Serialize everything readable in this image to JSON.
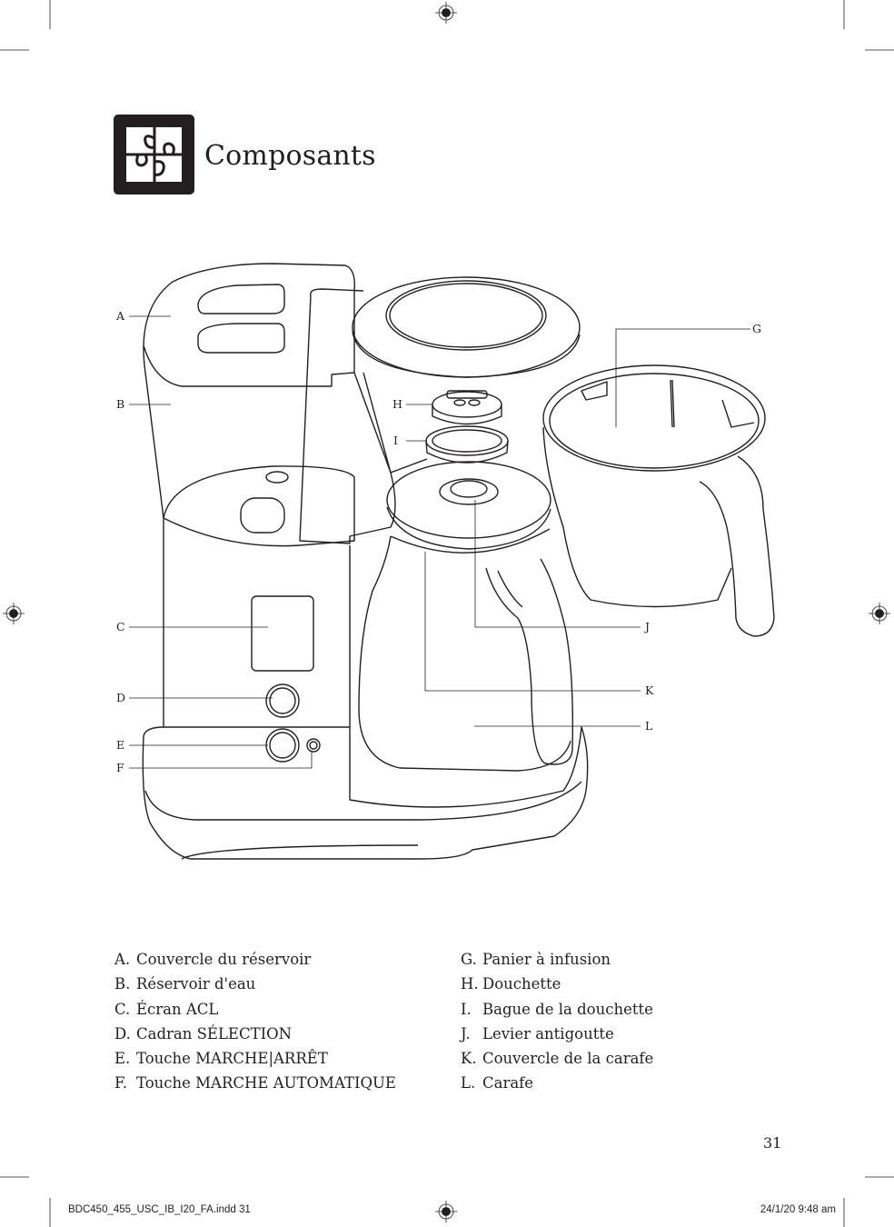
{
  "header": {
    "title": "Composants",
    "icon": "puzzle-icon"
  },
  "callouts": [
    "A",
    "B",
    "C",
    "D",
    "E",
    "F",
    "G",
    "H",
    "I",
    "J",
    "K",
    "L"
  ],
  "legend": {
    "left": [
      {
        "key": "A.",
        "label": "Couvercle du réservoir"
      },
      {
        "key": "B.",
        "label": "Réservoir d'eau"
      },
      {
        "key": "C.",
        "label": "Écran ACL"
      },
      {
        "key": "D.",
        "label": "Cadran SÉLECTION"
      },
      {
        "key": "E.",
        "label": "Touche MARCHE|ARRÊT"
      },
      {
        "key": "F.",
        "label": "Touche MARCHE AUTOMATIQUE"
      }
    ],
    "right": [
      {
        "key": "G.",
        "label": "Panier à infusion"
      },
      {
        "key": "H.",
        "label": "Douchette"
      },
      {
        "key": "I.",
        "label": "Bague de la douchette"
      },
      {
        "key": "J.",
        "label": "Levier antigoutte"
      },
      {
        "key": "K.",
        "label": "Couvercle de la carafe"
      },
      {
        "key": "L.",
        "label": "Carafe"
      }
    ]
  },
  "page_number": "31",
  "slug": {
    "file": "BDC450_455_USC_IB_I20_FA.indd   31",
    "date": "24/1/20   9:48 am"
  }
}
